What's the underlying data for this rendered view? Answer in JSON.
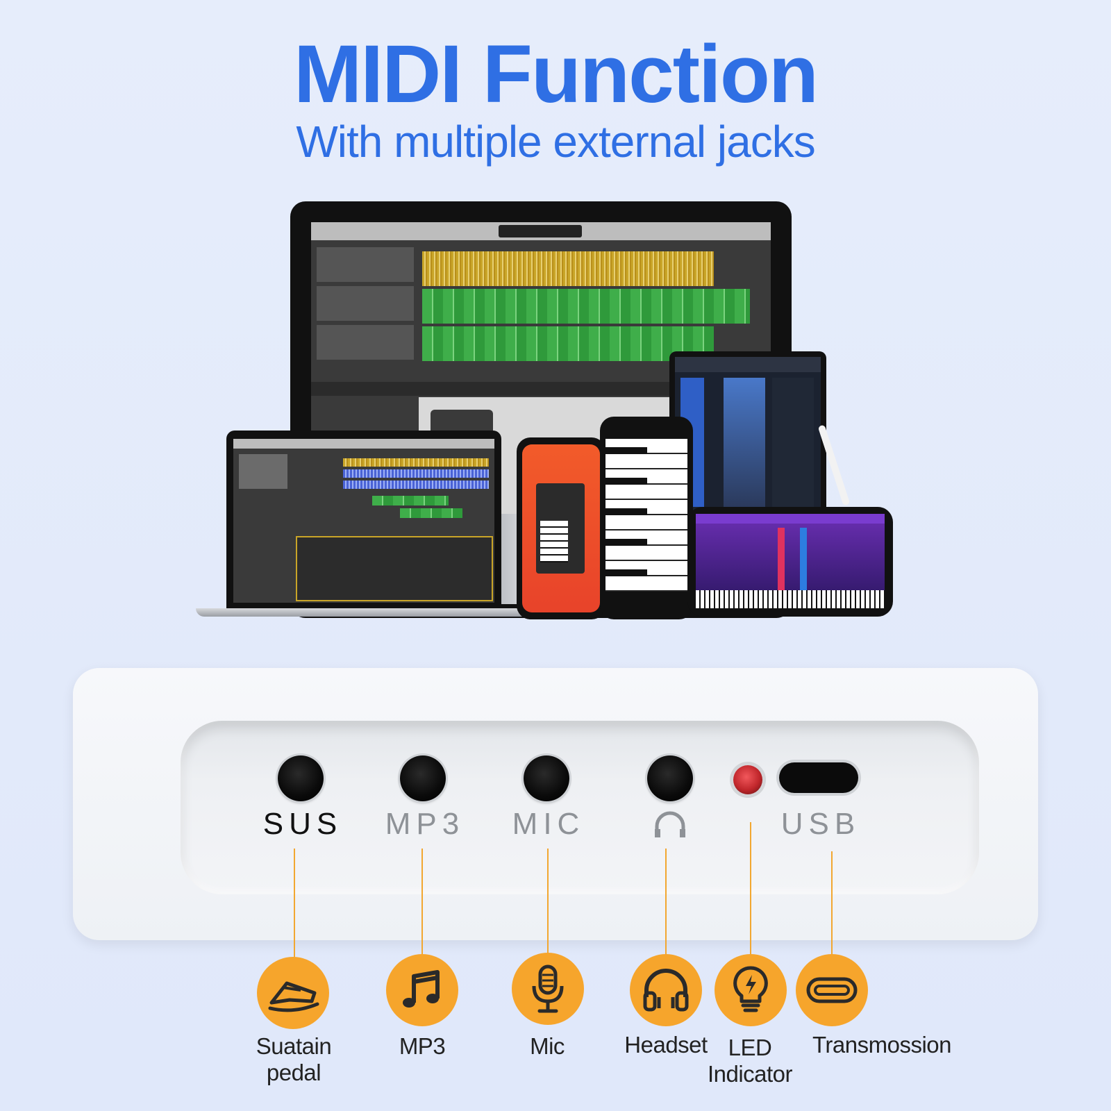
{
  "header": {
    "title": "MIDI Function",
    "subtitle": "With multiple external jacks"
  },
  "panel": {
    "ports": [
      {
        "label": "SUS",
        "caption": [
          "Suatain",
          "pedal"
        ],
        "icon": "pedal-icon"
      },
      {
        "label": "MP3",
        "caption": [
          "MP3"
        ],
        "icon": "music-note-icon"
      },
      {
        "label": "MIC",
        "caption": [
          "Mic"
        ],
        "icon": "microphone-icon"
      },
      {
        "label": "",
        "caption": [
          "Headset"
        ],
        "icon": "headset-icon"
      },
      {
        "label": "",
        "caption": [
          "LED",
          "Indicator"
        ],
        "icon": "bulb-icon"
      },
      {
        "label": "USB",
        "caption": [
          "Transmossion"
        ],
        "icon": "usb-c-icon"
      }
    ],
    "led_color": "#c0262b",
    "accent_color": "#f6a52c"
  },
  "colors": {
    "title": "#2f6fe4",
    "background": "#e6edfb"
  }
}
